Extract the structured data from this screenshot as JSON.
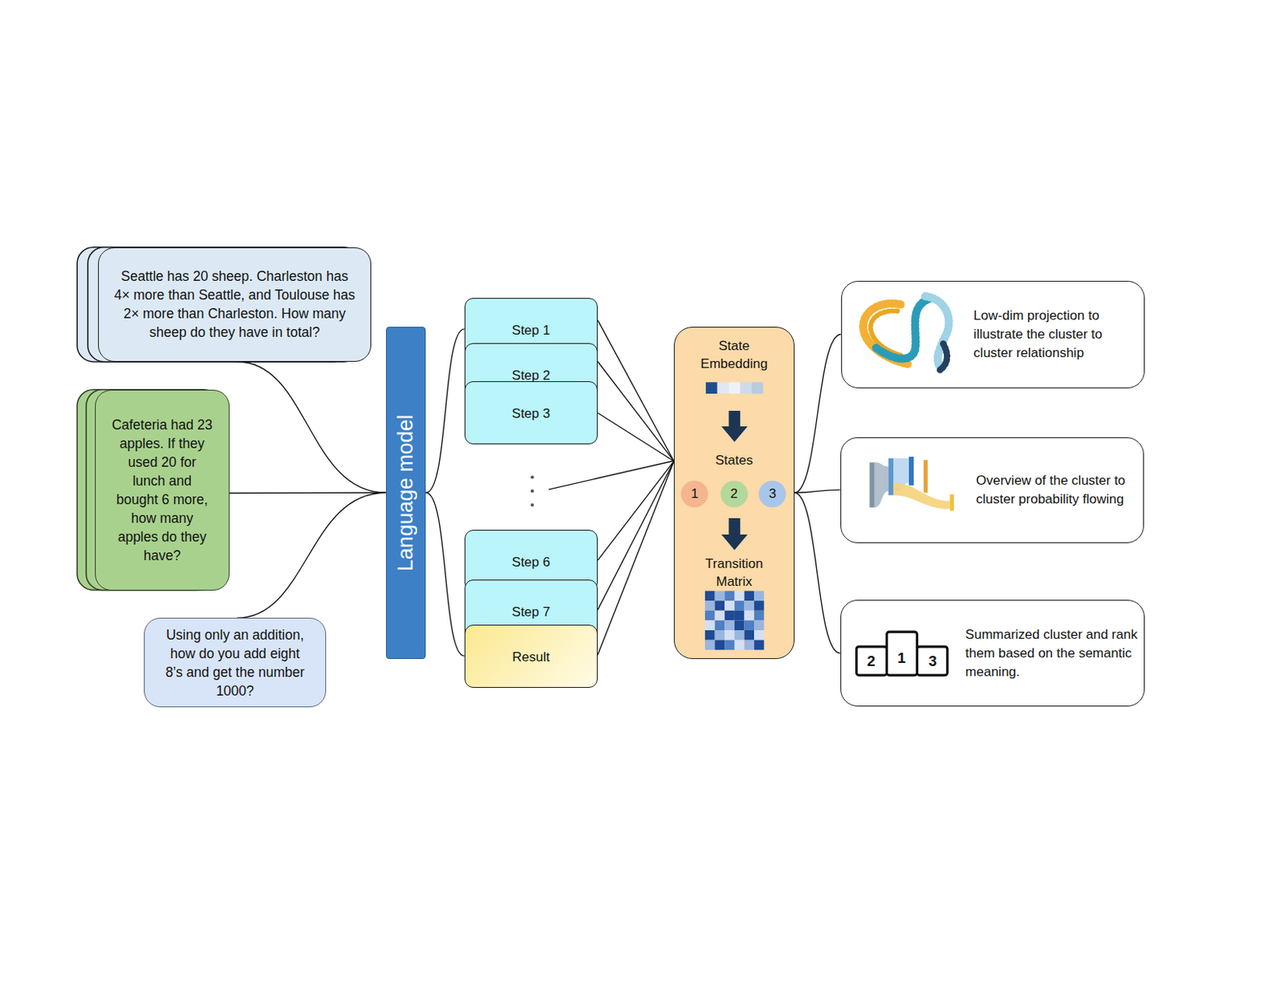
{
  "diagram": {
    "nodes": [
      {
        "text": [
          "Seattle has 20 sheep. Charleston has 4× more than Seattle, and Toulouse has 2× more than Charleston. How many sheep do they have in total?"
        ]
      },
      {
        "text": [
          "Cafeteria had 23 apples. If they used 20 for lunch and bought 6 more, how many apples do they have?"
        ]
      },
      {
        "text": [
          "Using only an addition, how do you add eight 8’s and get the number 1000?"
        ]
      },
      {
        "text": [
          "Language model"
        ]
      },
      {
        "text": [
          "Step 1"
        ]
      },
      {
        "text": [
          "Step 2"
        ]
      },
      {
        "text": [
          "Step 3"
        ]
      },
      {
        "text": [
          "Step 6"
        ]
      },
      {
        "text": [
          "Step 7"
        ]
      },
      {
        "text": [
          "Result"
        ]
      },
      {
        "text": [
          "State Embedding",
          "States",
          "Transition Matrix"
        ]
      },
      {
        "text": [
          "1"
        ],
        "in": 10
      },
      {
        "text": [
          "2"
        ],
        "in": 10
      },
      {
        "text": [
          "3"
        ],
        "in": 10
      },
      {
        "text": [
          "Low-dim projection to illustrate the cluster to cluster relationship"
        ]
      },
      {
        "text": [
          "Overview of the cluster to cluster probability flowing"
        ]
      },
      {
        "text": [
          "Summarized cluster and rank them based on the semantic meaning."
        ]
      }
    ],
    "edges": [
      {
        "from": 0,
        "to": 3,
        "arrow": "none"
      },
      {
        "from": 1,
        "to": 3,
        "arrow": "none"
      },
      {
        "from": 2,
        "to": 3,
        "arrow": "none"
      },
      {
        "from": 3,
        "to": 4,
        "arrow": "none"
      },
      {
        "from": 3,
        "to": 9,
        "arrow": "none"
      },
      {
        "from": 4,
        "to": 10,
        "arrow": "none"
      },
      {
        "from": 5,
        "to": 10,
        "arrow": "none"
      },
      {
        "from": 6,
        "to": 10,
        "arrow": "none"
      },
      {
        "from": 7,
        "to": 10,
        "arrow": "none"
      },
      {
        "from": 8,
        "to": 10,
        "arrow": "none"
      },
      {
        "from": 9,
        "to": 10,
        "arrow": "none"
      },
      {
        "from": 10,
        "to": 14,
        "arrow": "none"
      },
      {
        "from": 10,
        "to": 15,
        "arrow": "none"
      },
      {
        "from": 10,
        "to": 16,
        "arrow": "none"
      }
    ],
    "labels": [
      "2",
      "1",
      "3"
    ]
  }
}
